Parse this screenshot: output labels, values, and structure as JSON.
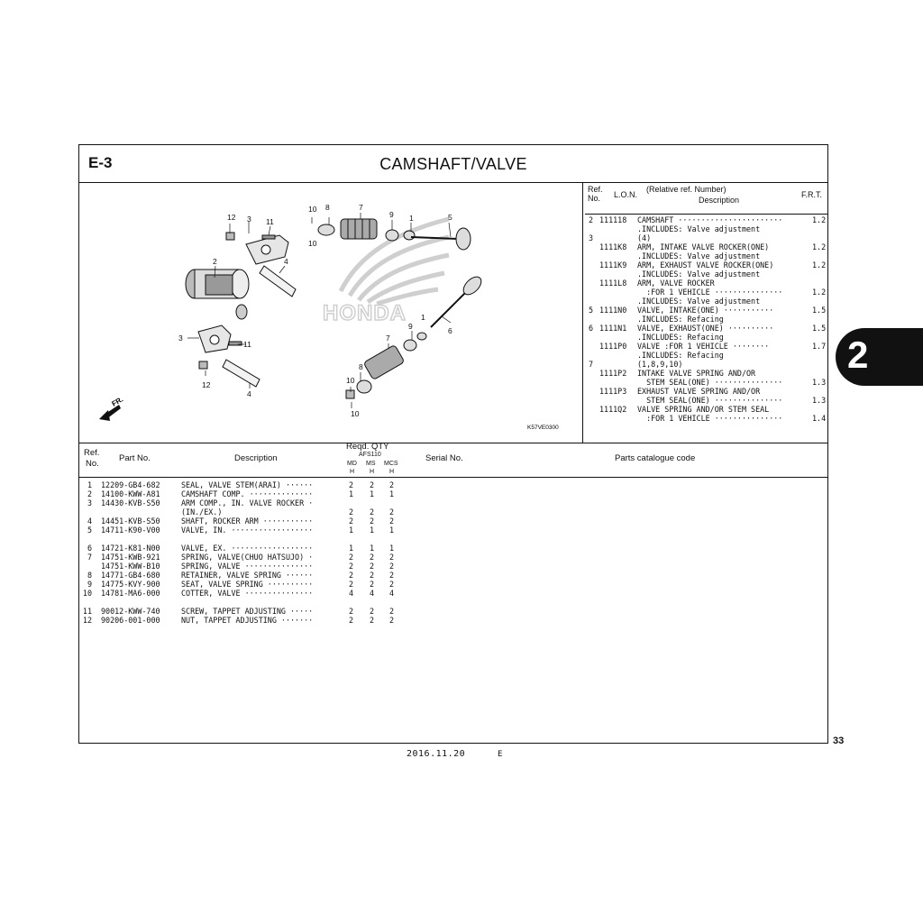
{
  "section_code": "E-3",
  "section_title": "CAMSHAFT/VALVE",
  "diagram": {
    "callouts": [
      "10",
      "8",
      "7",
      "9",
      "1",
      "5",
      "12",
      "3",
      "11",
      "2",
      "4",
      "1",
      "9",
      "6",
      "7",
      "3",
      "11",
      "8",
      "10",
      "12",
      "4",
      "10"
    ],
    "watermark_text": "HONDA",
    "direction_label": "FR.",
    "figure_code": "K57VE0300"
  },
  "lon_table": {
    "headers": {
      "ref_no": "Ref.\nNo.",
      "ref_line1": "Ref.",
      "ref_line2": "No.",
      "lon": "L.O.N.",
      "desc_line1": "(Relative ref. Number)",
      "desc_line2": "Description",
      "frt": "F.R.T."
    },
    "rows": [
      {
        "ref": "2",
        "lon": "111118",
        "desc": "CAMSHAFT ·······················",
        "frt": "1.2"
      },
      {
        "ref": "",
        "lon": "",
        "desc": ".INCLUDES: Valve adjustment",
        "frt": ""
      },
      {
        "ref": "3",
        "lon": "",
        "desc": "(4)",
        "frt": ""
      },
      {
        "ref": "",
        "lon": "1111K8",
        "desc": "ARM, INTAKE VALVE ROCKER(ONE)",
        "frt": "1.2"
      },
      {
        "ref": "",
        "lon": "",
        "desc": ".INCLUDES: Valve adjustment",
        "frt": ""
      },
      {
        "ref": "",
        "lon": "1111K9",
        "desc": "ARM, EXHAUST VALVE ROCKER(ONE)",
        "frt": "1.2"
      },
      {
        "ref": "",
        "lon": "",
        "desc": ".INCLUDES: Valve adjustment",
        "frt": ""
      },
      {
        "ref": "",
        "lon": "1111L8",
        "desc": "ARM, VALVE ROCKER",
        "frt": ""
      },
      {
        "ref": "",
        "lon": "",
        "desc": "  :FOR 1 VEHICLE ···············",
        "frt": "1.2"
      },
      {
        "ref": "",
        "lon": "",
        "desc": ".INCLUDES: Valve adjustment",
        "frt": ""
      },
      {
        "ref": "5",
        "lon": "1111N0",
        "desc": "VALVE, INTAKE(ONE) ···········",
        "frt": "1.5"
      },
      {
        "ref": "",
        "lon": "",
        "desc": ".INCLUDES: Refacing",
        "frt": ""
      },
      {
        "ref": "6",
        "lon": "1111N1",
        "desc": "VALVE, EXHAUST(ONE) ··········",
        "frt": "1.5"
      },
      {
        "ref": "",
        "lon": "",
        "desc": ".INCLUDES: Refacing",
        "frt": ""
      },
      {
        "ref": "",
        "lon": "1111P0",
        "desc": "VALVE :FOR 1 VEHICLE ········",
        "frt": "1.7"
      },
      {
        "ref": "",
        "lon": "",
        "desc": ".INCLUDES: Refacing",
        "frt": ""
      },
      {
        "ref": "7",
        "lon": "",
        "desc": "(1,8,9,10)",
        "frt": ""
      },
      {
        "ref": "",
        "lon": "1111P2",
        "desc": "INTAKE VALVE SPRING AND/OR",
        "frt": ""
      },
      {
        "ref": "",
        "lon": "",
        "desc": "  STEM SEAL(ONE) ···············",
        "frt": "1.3"
      },
      {
        "ref": "",
        "lon": "1111P3",
        "desc": "EXHAUST VALVE SPRING AND/OR",
        "frt": ""
      },
      {
        "ref": "",
        "lon": "",
        "desc": "  STEM SEAL(ONE) ···············",
        "frt": "1.3"
      },
      {
        "ref": "",
        "lon": "1111Q2",
        "desc": "VALVE SPRING AND/OR STEM SEAL",
        "frt": ""
      },
      {
        "ref": "",
        "lon": "",
        "desc": "  :FOR 1 VEHICLE ···············",
        "frt": "1.4"
      }
    ]
  },
  "parts_table": {
    "headers": {
      "ref_line1": "Ref.",
      "ref_line2": "No.",
      "part_no": "Part No.",
      "description": "Description",
      "reqd_qty": "Reqd. QTY",
      "model": "AFS110",
      "variants": [
        "MD",
        "MS",
        "MCS"
      ],
      "variant_sub": [
        "H",
        "H",
        "H"
      ],
      "serial_no": "Serial No.",
      "catalogue": "Parts catalogue code"
    },
    "rows": [
      {
        "ref": "1",
        "part": "12209-GB4-682",
        "desc": "SEAL, VALVE STEM(ARAI) ······",
        "q": [
          "2",
          "2",
          "2"
        ]
      },
      {
        "ref": "2",
        "part": "14100-KWW-A81",
        "desc": "CAMSHAFT COMP. ··············",
        "q": [
          "1",
          "1",
          "1"
        ]
      },
      {
        "ref": "3",
        "part": "14430-KVB-S50",
        "desc": "ARM COMP., IN. VALVE ROCKER ·",
        "q": [
          "",
          "",
          ""
        ]
      },
      {
        "ref": "",
        "part": "",
        "desc": "(IN./EX.)",
        "q": [
          "2",
          "2",
          "2"
        ]
      },
      {
        "ref": "4",
        "part": "14451-KVB-S50",
        "desc": "SHAFT, ROCKER ARM ···········",
        "q": [
          "2",
          "2",
          "2"
        ]
      },
      {
        "ref": "5",
        "part": "14711-K90-V00",
        "desc": "VALVE, IN. ··················",
        "q": [
          "1",
          "1",
          "1"
        ]
      },
      {
        "ref": "",
        "part": "",
        "desc": "",
        "q": [
          "",
          "",
          ""
        ]
      },
      {
        "ref": "6",
        "part": "14721-K81-N00",
        "desc": "VALVE, EX. ··················",
        "q": [
          "1",
          "1",
          "1"
        ]
      },
      {
        "ref": "7",
        "part": "14751-KWB-921",
        "desc": "SPRING, VALVE(CHUO HATSUJO) ·",
        "q": [
          "2",
          "2",
          "2"
        ]
      },
      {
        "ref": "",
        "part": "14751-KWW-B10",
        "desc": "SPRING, VALVE ···············",
        "q": [
          "2",
          "2",
          "2"
        ]
      },
      {
        "ref": "8",
        "part": "14771-GB4-680",
        "desc": "RETAINER, VALVE SPRING ······",
        "q": [
          "2",
          "2",
          "2"
        ]
      },
      {
        "ref": "9",
        "part": "14775-KVY-900",
        "desc": "SEAT, VALVE SPRING ··········",
        "q": [
          "2",
          "2",
          "2"
        ]
      },
      {
        "ref": "10",
        "part": "14781-MA6-000",
        "desc": "COTTER, VALVE ···············",
        "q": [
          "4",
          "4",
          "4"
        ]
      },
      {
        "ref": "",
        "part": "",
        "desc": "",
        "q": [
          "",
          "",
          ""
        ]
      },
      {
        "ref": "11",
        "part": "90012-KWW-740",
        "desc": "SCREW, TAPPET ADJUSTING ·····",
        "q": [
          "2",
          "2",
          "2"
        ]
      },
      {
        "ref": "12",
        "part": "90206-001-000",
        "desc": "NUT, TAPPET ADJUSTING ·······",
        "q": [
          "2",
          "2",
          "2"
        ]
      }
    ]
  },
  "chapter_tab": "2",
  "page_number": "33",
  "footer_date": "2016.11.20",
  "footer_code": "E"
}
